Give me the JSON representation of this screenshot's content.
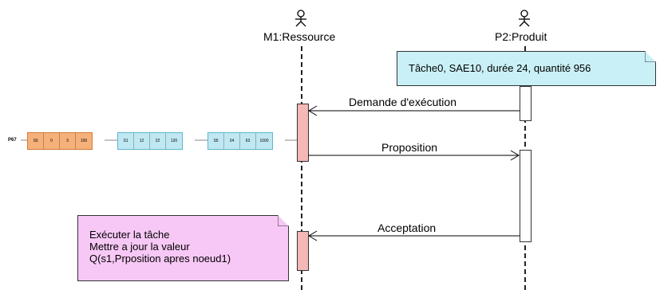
{
  "actors": [
    {
      "label": "M1:Ressource",
      "icon": "stick-figure-icon"
    },
    {
      "label": "P2:Produit",
      "icon": "stick-figure-icon"
    }
  ],
  "note_top": {
    "text": "Tâche0, SAE10, durée 24, quantité 956",
    "color": "#c9f0f6"
  },
  "note_bottom": {
    "lines": [
      "Exécuter la tâche",
      "Mettre a jour la valeur",
      "Q(s1,Prposition apres noeud1)"
    ],
    "color": "#f7c8f5"
  },
  "messages": [
    {
      "label": "Demande d'exécution"
    },
    {
      "label": "Proposition"
    },
    {
      "label": "Acceptation"
    }
  ],
  "activation_colors": {
    "resource": "#f4b8b6",
    "product": "#ffffff"
  },
  "queue": {
    "label": "P67",
    "groups": [
      {
        "color": "orange",
        "cells": [
          "S0",
          "0",
          "3",
          "100"
        ]
      },
      {
        "color": "blue",
        "cells": [
          "S1",
          "12",
          "22",
          "120"
        ]
      },
      {
        "color": "blue",
        "cells": [
          "S5",
          "24",
          "63",
          "1000"
        ]
      }
    ]
  }
}
